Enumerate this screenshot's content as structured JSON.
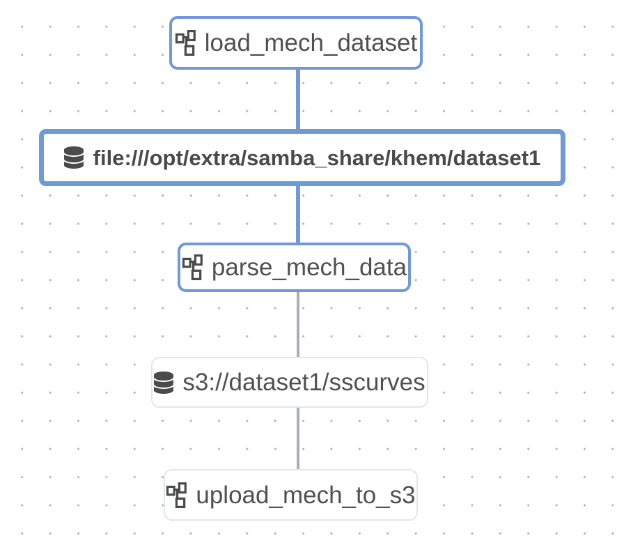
{
  "graph": {
    "nodes": [
      {
        "id": "load_mech_dataset",
        "type": "task",
        "label": "load_mech_dataset",
        "icon": "dag-icon",
        "state": "highlighted"
      },
      {
        "id": "dataset1",
        "type": "dataset",
        "label": "file:///opt/extra/samba_share/khem/dataset1",
        "icon": "database-icon",
        "state": "selected"
      },
      {
        "id": "parse_mech_data",
        "type": "task",
        "label": "parse_mech_data",
        "icon": "dag-icon",
        "state": "highlighted"
      },
      {
        "id": "sscurves",
        "type": "dataset",
        "label": "s3://dataset1/sscurves",
        "icon": "database-icon",
        "state": "normal"
      },
      {
        "id": "upload_mech_to_s3",
        "type": "task",
        "label": "upload_mech_to_s3",
        "icon": "dag-icon",
        "state": "normal"
      }
    ],
    "edges": [
      {
        "from": "load_mech_dataset",
        "to": "dataset1",
        "state": "highlighted"
      },
      {
        "from": "dataset1",
        "to": "parse_mech_data",
        "state": "highlighted"
      },
      {
        "from": "parse_mech_data",
        "to": "sscurves",
        "state": "normal"
      },
      {
        "from": "sscurves",
        "to": "upload_mech_to_s3",
        "state": "normal"
      }
    ]
  },
  "colors": {
    "highlight_blue": "#7199d6",
    "selected_border_blue": "#6f9ad8",
    "edge_gray": "#a6aeb9",
    "node_border_gray": "#e1e6ee",
    "text": "#51504f",
    "icon": "#4b4b4b",
    "canvas_dot": "#a9a9a9",
    "background": "#ffffff"
  }
}
